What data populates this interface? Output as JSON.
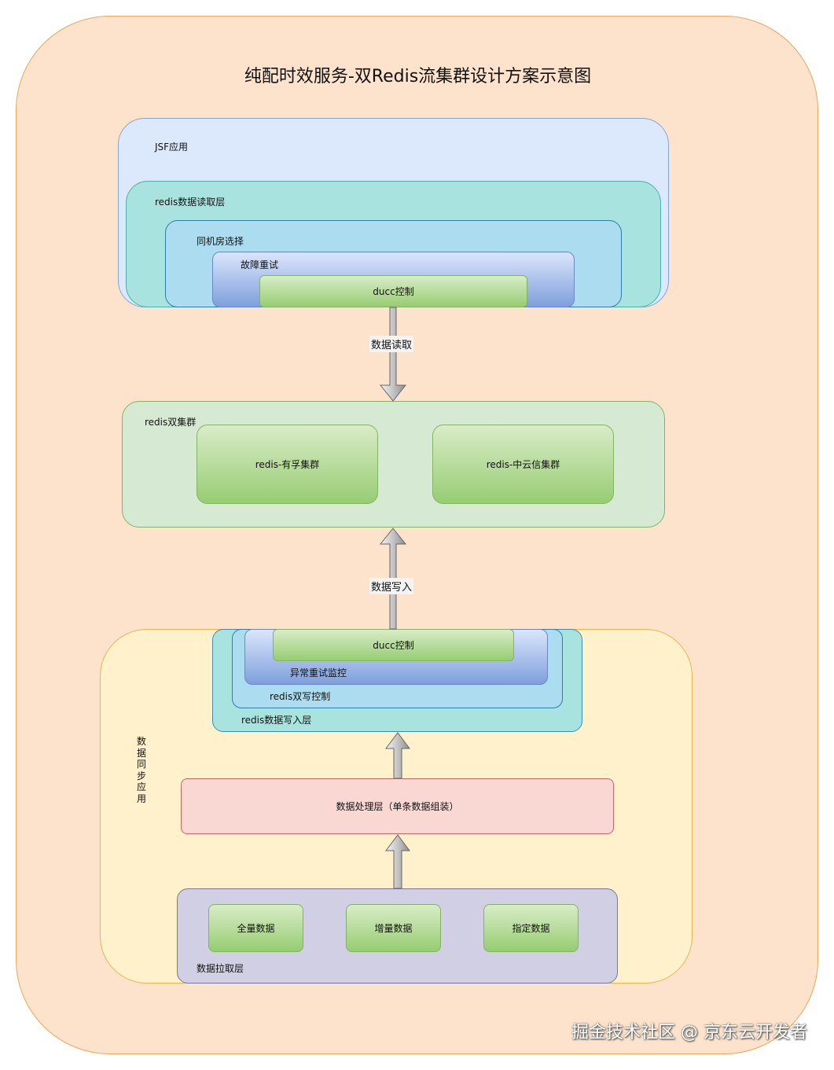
{
  "title": "纯配时效服务-双Redis流集群设计方案示意图",
  "read_side": {
    "jsf_app": "JSF应用",
    "redis_read_layer": "redis数据读取层",
    "same_room": "同机房选择",
    "fault_retry": "故障重试",
    "ducc": "ducc控制"
  },
  "edges": {
    "read": "数据读取",
    "write": "数据写入"
  },
  "cluster": {
    "label": "redis双集群",
    "c1": "redis-有孚集群",
    "c2": "redis-中云信集群"
  },
  "sync_app": {
    "label": "数据同步应用",
    "redis_write_layer": "redis数据写入层",
    "dual_write": "redis双写控制",
    "exception_retry": "异常重试监控",
    "ducc": "ducc控制",
    "process_layer": "数据处理层（单条数据组装）",
    "pull_layer": "数据拉取层",
    "full": "全量数据",
    "incremental": "增量数据",
    "specified": "指定数据"
  },
  "watermark": "掘金技术社区 @ 京东云开发者",
  "colors": {
    "outer": "#fde3cc",
    "jsf": "#dce9fc",
    "teal": "#a9e3df",
    "blue": "#acdcef",
    "green": "#97cd72",
    "cluster": "#d6ead3",
    "sync": "#fef1cc",
    "process": "#f9d8d3",
    "pull": "#d0cfe3"
  }
}
